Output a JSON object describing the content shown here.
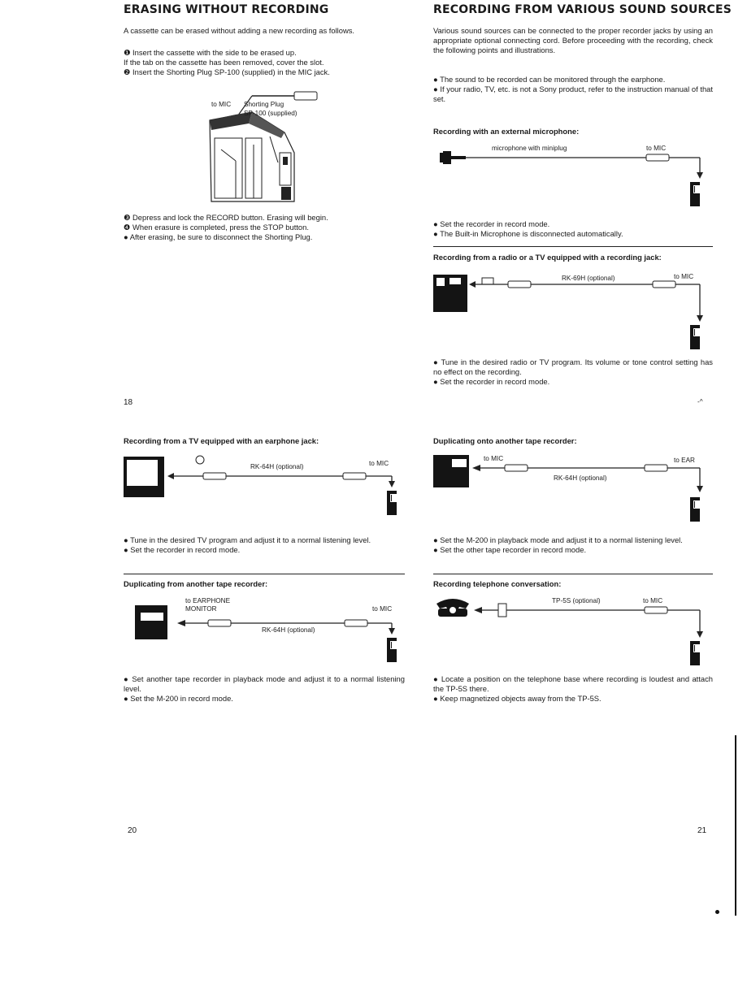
{
  "left_top": {
    "heading": "ERASING WITHOUT RECORDING",
    "intro": "A cassette can be erased without adding a new recording as follows.",
    "steps": [
      "❶ Insert the cassette with the side to be erased up.",
      "If the tab on the cassette has been removed, cover the slot.",
      "❷ Insert the Shorting Plug SP-100 (supplied) in the MIC jack."
    ],
    "figure_labels": {
      "to_mic": "to MIC",
      "plug_line1": "Shorting Plug",
      "plug_line2": "SP-100 (supplied)"
    },
    "steps_after": [
      "❸ Depress and lock the RECORD button. Erasing will begin.",
      "❹ When erasure is completed, press the STOP button.",
      "● After erasing, be sure to disconnect the Shorting Plug."
    ]
  },
  "right_top": {
    "heading": "RECORDING FROM VARIOUS SOUND SOURCES",
    "intro": "Various sound sources can be connected to the proper recorder jacks by using an appropriate optional connecting cord. Before proceeding with the recording, check the following points and illustrations.",
    "notes": [
      "● The sound to be recorded can be monitored through the earphone.",
      "● If your radio, TV, etc. is not a Sony product, refer to the instruction manual of that set."
    ],
    "mic_section": {
      "title": "Recording with an external microphone:",
      "label_mic": "microphone with miniplug",
      "label_to": "to MIC",
      "notes": [
        "● Set the recorder in record mode.",
        "● The Built-in Microphone is disconnected automatically."
      ]
    },
    "radio_section": {
      "title": "Recording from a radio or a TV equipped with a recording jack:",
      "label_cord": "RK-69H (optional)",
      "label_to": "to MIC",
      "notes": [
        "● Tune in the desired radio or TV program. Its volume or tone control setting has no effect on the recording.",
        "● Set the recorder in record mode."
      ]
    }
  },
  "page_numbers": {
    "top_left": "18",
    "top_right": "-^",
    "bottom_left": "20",
    "bottom_right": "21"
  },
  "left_bottom": {
    "tv_section": {
      "title": "Recording from a TV equipped with an earphone jack:",
      "label_cord": "RK-64H (optional)",
      "label_to": "to MIC",
      "notes": [
        "● Tune in the desired TV program and adjust it to a normal listening level.",
        "● Set the recorder in record mode."
      ]
    },
    "dup_section": {
      "title": "Duplicating from another tape recorder:",
      "label_earphone1": "to EARPHONE",
      "label_earphone2": "MONITOR",
      "label_cord": "RK-64H (optional)",
      "label_to": "to MIC",
      "notes": [
        "● Set another tape recorder in playback mode and adjust it to a normal listening level.",
        "● Set the M-200 in record mode."
      ]
    }
  },
  "right_bottom": {
    "dup_onto_section": {
      "title": "Duplicating onto another tape recorder:",
      "label_to_mic": "to MIC",
      "label_cord": "RK-64H (optional)",
      "label_to_ear": "to EAR",
      "notes": [
        "● Set the M-200 in playback mode and adjust it to a normal listening level.",
        "● Set the other tape recorder in record mode."
      ]
    },
    "phone_section": {
      "title": "Recording telephone conversation:",
      "label_cord": "TP-5S (optional)",
      "label_to": "to MIC",
      "notes": [
        "● Locate a position on the telephone base where recording is loudest and attach the TP-5S there.",
        "● Keep magnetized objects away from the TP-5S."
      ]
    }
  }
}
